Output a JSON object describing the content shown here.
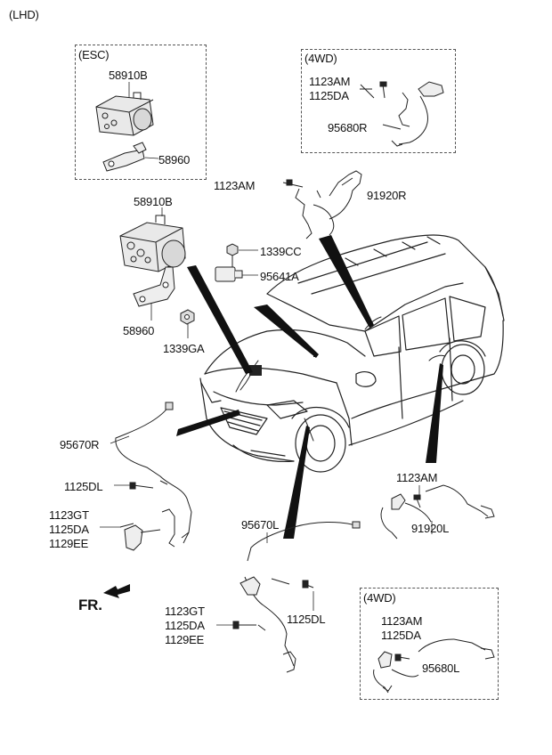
{
  "header": {
    "variant": "(LHD)"
  },
  "esc_box": {
    "title": "(ESC)",
    "part_a": "58910B",
    "part_b": "58960"
  },
  "fwd_top_box": {
    "title": "(4WD)",
    "bolt_1": "1123AM",
    "bolt_2": "1125DA",
    "sensor": "95680R"
  },
  "upper": {
    "bolt": "1123AM",
    "sensor_rear_r": "91920R"
  },
  "hecu": {
    "unit": "58910B",
    "bracket": "58960",
    "nut": "1339GA"
  },
  "mid": {
    "nut": "1339CC",
    "sensor": "95641A"
  },
  "front_r": {
    "sensor": "95670R",
    "bolt": "1125DL",
    "bolt_1": "1123GT",
    "bolt_2": "1125DA",
    "bolt_3": "1129EE"
  },
  "rear_l": {
    "bolt": "1123AM",
    "sensor": "91920L"
  },
  "front_l": {
    "sensor": "95670L",
    "bolt": "1125DL",
    "bolt_1": "1123GT",
    "bolt_2": "1125DA",
    "bolt_3": "1129EE"
  },
  "fwd_bottom_box": {
    "title": "(4WD)",
    "bolt_1": "1123AM",
    "bolt_2": "1125DA",
    "sensor": "95680L"
  },
  "direction": {
    "label": "FR."
  }
}
